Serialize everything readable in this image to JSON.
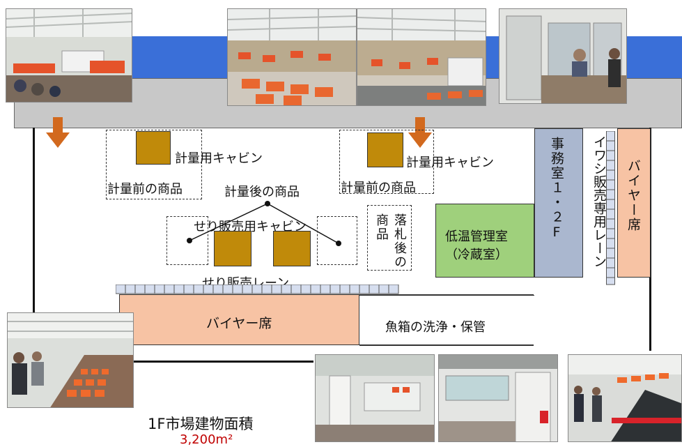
{
  "labels": {
    "weighing_cabin_left": "計量用キャビン",
    "weighing_cabin_right": "計量用キャビン",
    "before_weighing_left": "計量前の商品",
    "before_weighing_right": "計量前の商品",
    "after_weighing": "計量後の商品",
    "auction_cabin": "せり販売用キャビン",
    "auction_lane": "せり販売レーン",
    "after_bid_goods": "落札後の商品",
    "cold_room_line1": "低温管理室",
    "cold_room_line2": "（冷蔵室）",
    "office": "事務室１・２F",
    "sardine_lane": "イワシ販売専用レーン",
    "buyer_seats_right": "バイヤー席",
    "buyer_seats_bottom": "バイヤー席",
    "fishbox_wash": "魚箱の洗浄・保管",
    "building_area_label": "1F市場建物面積",
    "building_area_value": "3,200m²"
  },
  "colors": {
    "corridor_gray": "#c8c8c8",
    "corridor_blue": "#3a6fd8",
    "cabin_gold": "#c08a0a",
    "buyer_orange": "#f7c3a4",
    "cold_room_green": "#9fd07c",
    "office_blue": "#aab7cf",
    "arrow_orange": "#d2691e",
    "lane_blue": "#d6deef",
    "area_red": "#c00000"
  },
  "photos": [
    {
      "name": "photo-auction-hall-seats",
      "icon": "auction-hall-photo"
    },
    {
      "name": "photo-hall-top-view-left",
      "icon": "hall-photo"
    },
    {
      "name": "photo-hall-top-view-right",
      "icon": "hall-photo"
    },
    {
      "name": "photo-office-window",
      "icon": "office-photo"
    },
    {
      "name": "photo-buyer-seats",
      "icon": "buyer-seats-photo"
    },
    {
      "name": "photo-wash-area",
      "icon": "wash-area-photo"
    },
    {
      "name": "photo-storage-area",
      "icon": "storage-area-photo"
    },
    {
      "name": "photo-sardine-lane",
      "icon": "sardine-lane-photo"
    }
  ]
}
